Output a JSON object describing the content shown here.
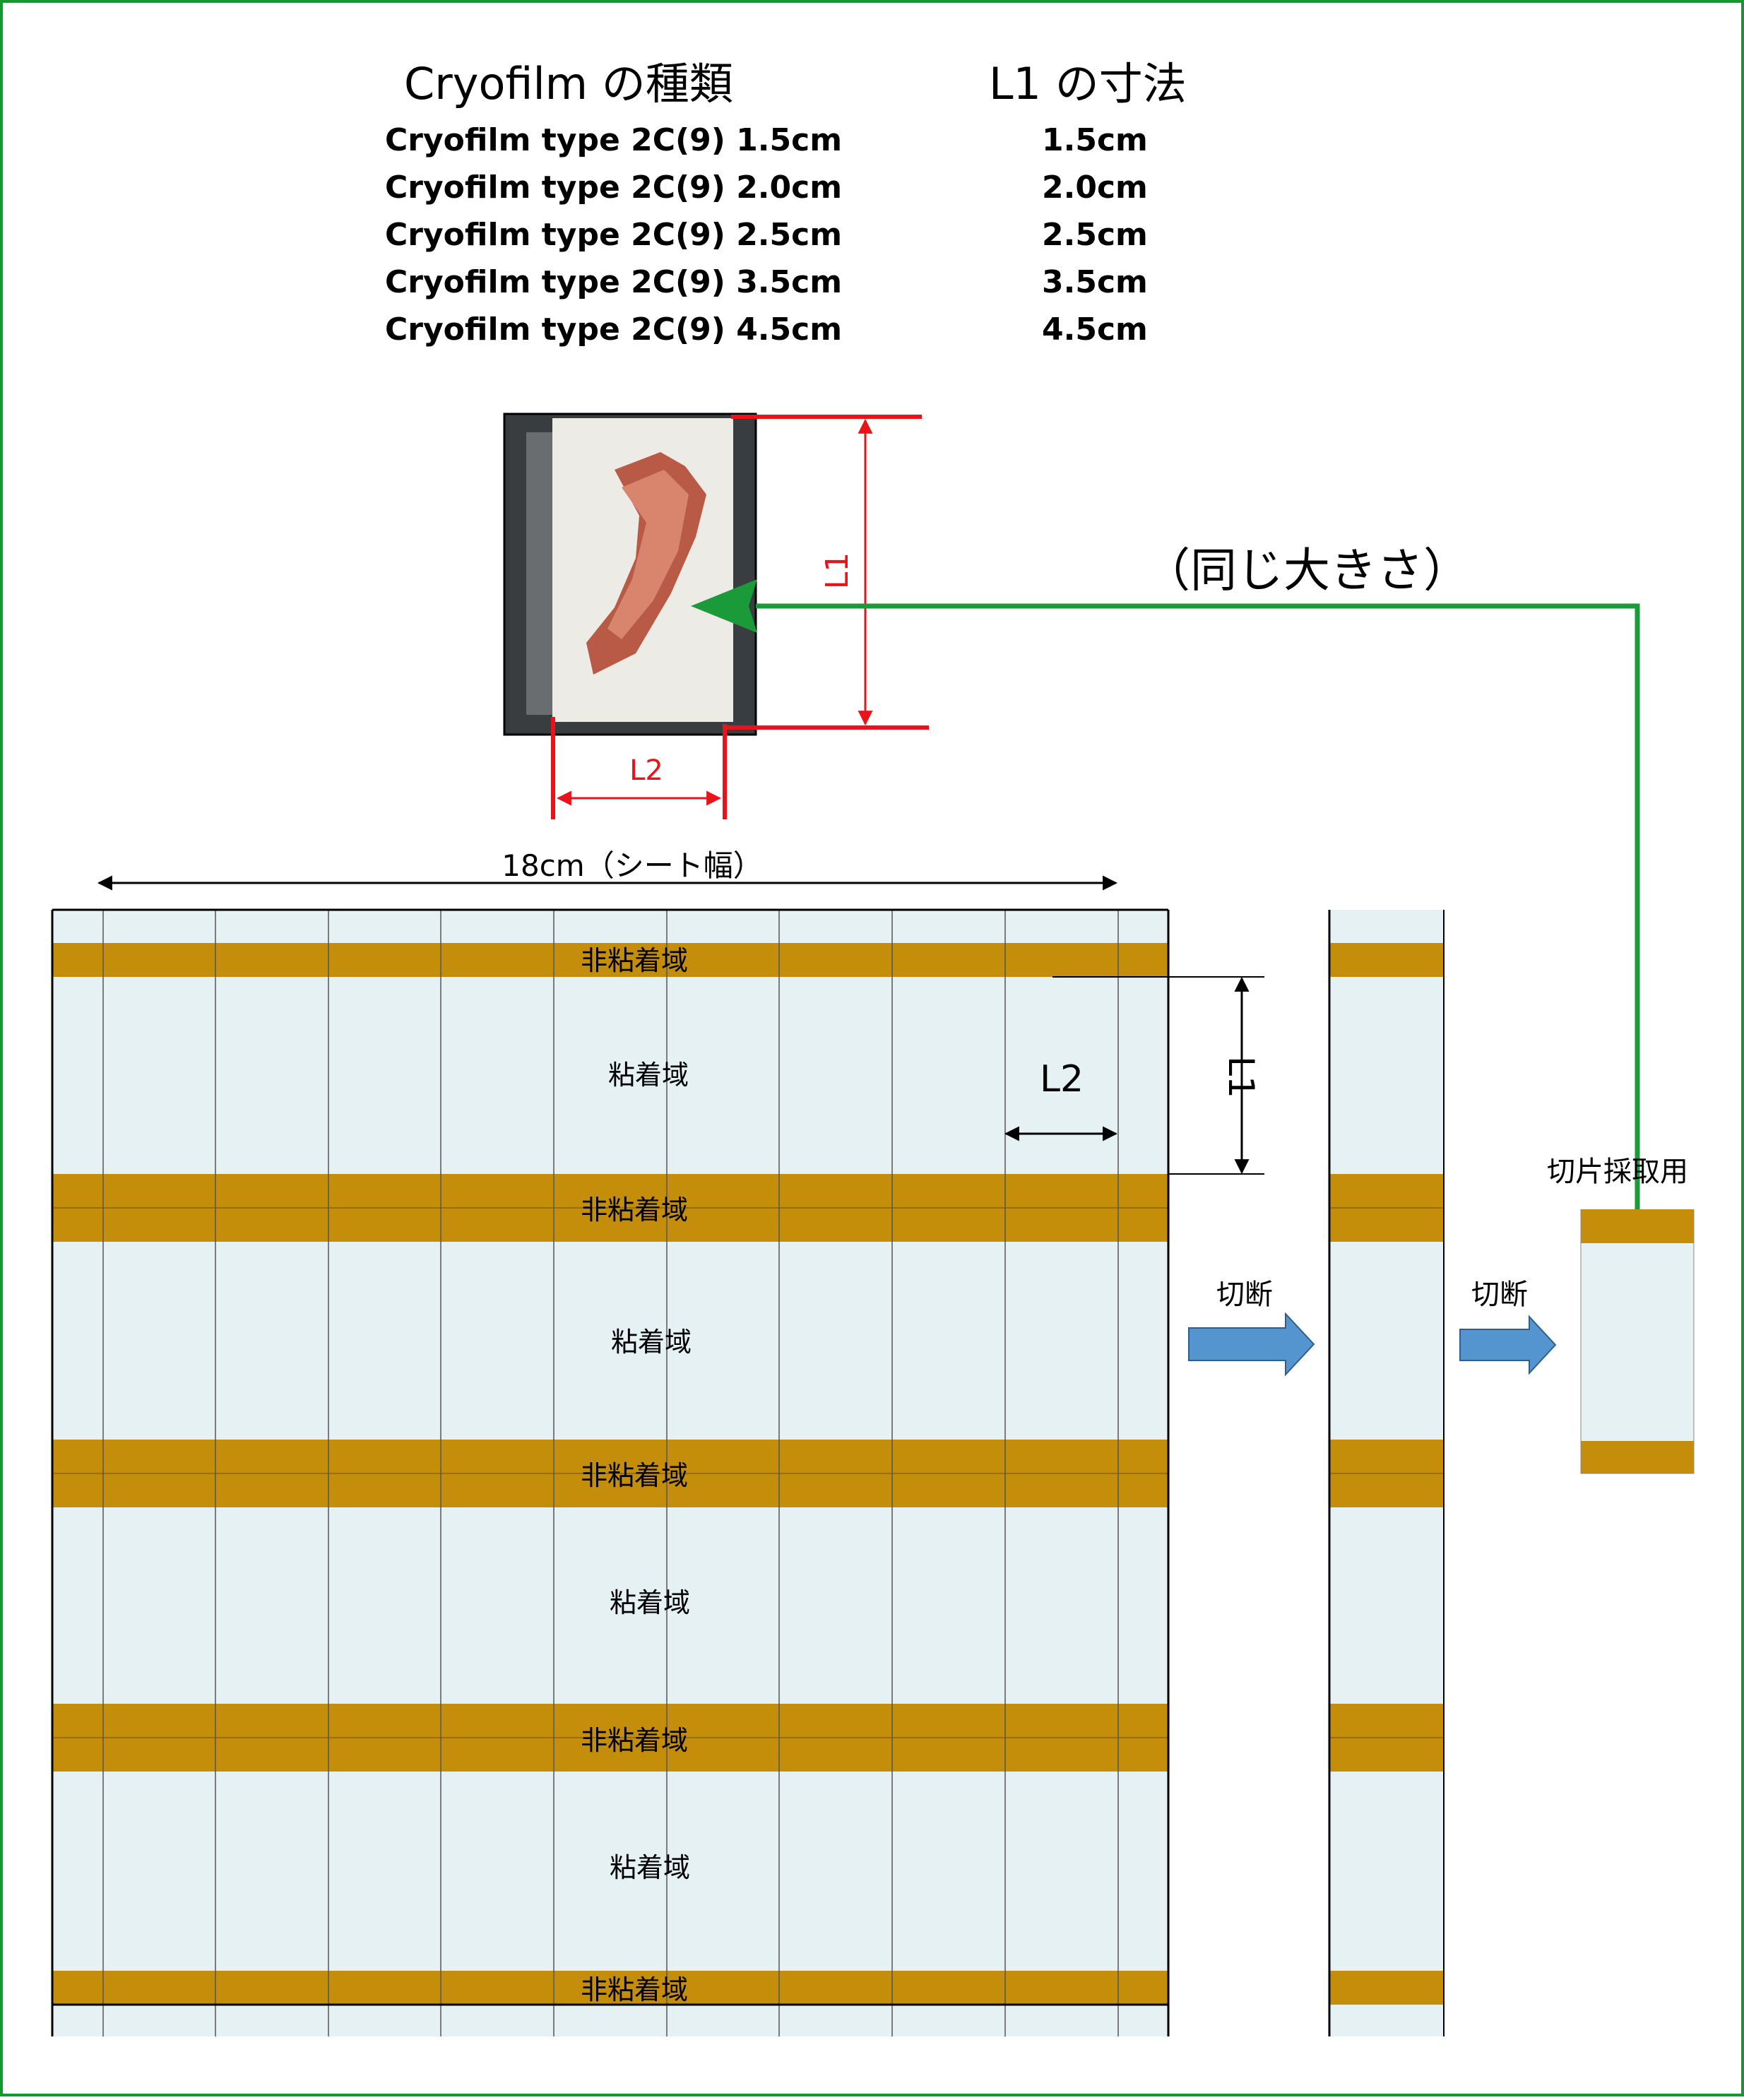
{
  "table": {
    "header_left": "Cryofilm の種類",
    "header_right": "L1 の寸法",
    "rows": [
      {
        "type": "Cryofilm type 2C(9) 1.5cm",
        "l1": "1.5cm"
      },
      {
        "type": "Cryofilm type 2C(9) 2.0cm",
        "l1": "2.0cm"
      },
      {
        "type": "Cryofilm type 2C(9) 2.5cm",
        "l1": "2.5cm"
      },
      {
        "type": "Cryofilm type 2C(9) 3.5cm",
        "l1": "3.5cm"
      },
      {
        "type": "Cryofilm type 2C(9) 4.5cm",
        "l1": "4.5cm"
      }
    ]
  },
  "photo": {
    "l1_label": "L1",
    "l2_label": "L2"
  },
  "same_size_label": "（同じ大きさ）",
  "sheet": {
    "width_label": "18cm（シート幅）",
    "non_adhesive_label": "非粘着域",
    "adhesive_label": "粘着域",
    "l1_label": "L1",
    "l2_label": "L2"
  },
  "cut_label": "切断",
  "specimen_label": "切片採取用",
  "colors": {
    "frame": "#119a2b",
    "film": "#e5f1f3",
    "non_adhesive_band": "#c48e0b",
    "arrow_green": "#1a9a38",
    "arrow_blue": "#5494cf",
    "dimension_red": "#e8141a",
    "tissue": "#b85a45"
  },
  "icons": [
    "green-arrow-icon",
    "cut-arrow-icon"
  ]
}
